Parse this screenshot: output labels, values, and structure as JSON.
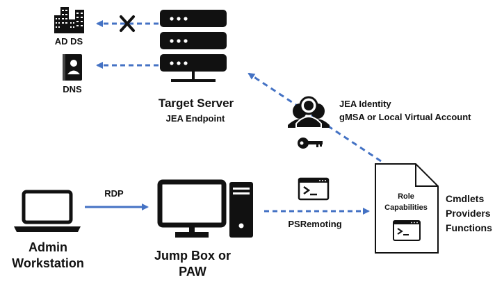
{
  "nodes": {
    "ad_ds": "AD DS",
    "dns": "DNS",
    "target_server": "Target Server",
    "jea_endpoint": "JEA Endpoint",
    "admin_workstation_line1": "Admin",
    "admin_workstation_line2": "Workstation",
    "jump_box_line1": "Jump Box or",
    "jump_box_line2": "PAW",
    "role_capabilities_line1": "Role",
    "role_capabilities_line2": "Capabilities"
  },
  "identity": {
    "line1": "JEA Identity",
    "line2": "gMSA or Local Virtual Account"
  },
  "capabilities": [
    "Cmdlets",
    "Providers",
    "Functions"
  ],
  "connections": {
    "rdp": "RDP",
    "psremoting": "PSRemoting"
  },
  "colors": {
    "arrow_blue": "#4472C4",
    "icon_black": "#111111"
  }
}
